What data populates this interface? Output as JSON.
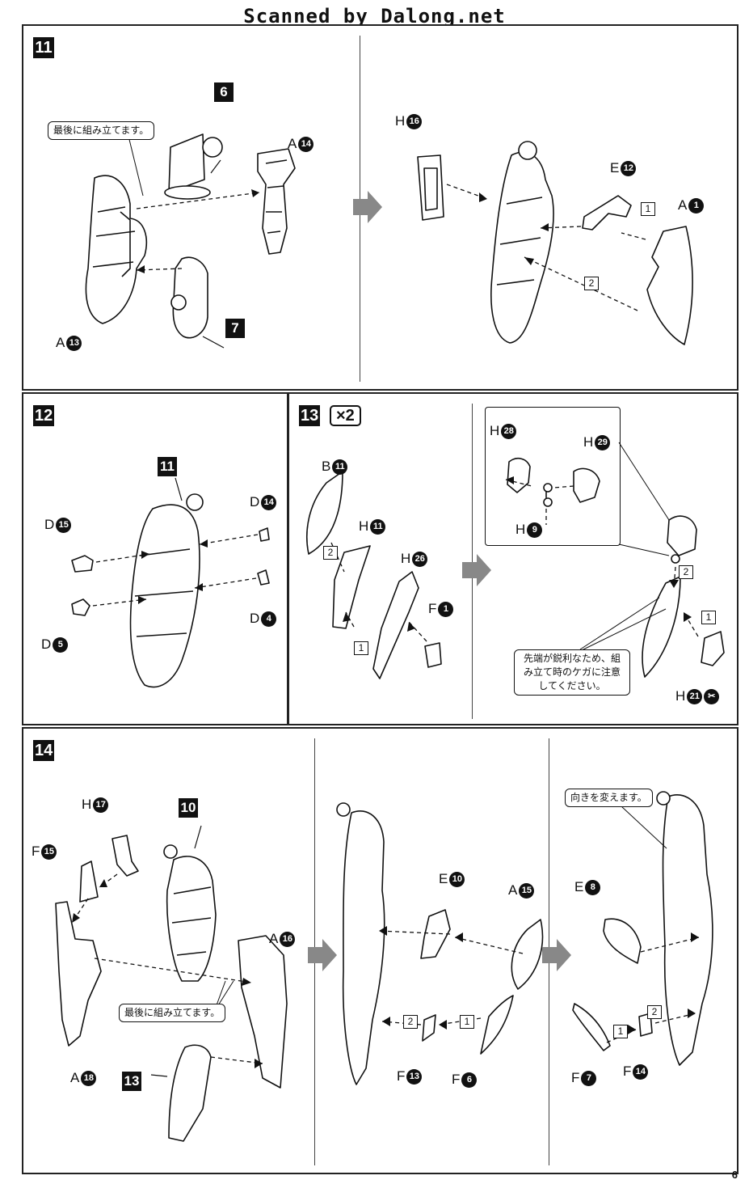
{
  "banner": "Scanned by Dalong.net",
  "page_number": "6",
  "step11": {
    "num": "11",
    "note": "最後に組み立てます。",
    "subs": [
      "6",
      "7"
    ],
    "labels": [
      {
        "letter": "A",
        "n": "14"
      },
      {
        "letter": "A",
        "n": "13"
      },
      {
        "letter": "H",
        "n": "16"
      },
      {
        "letter": "E",
        "n": "12"
      },
      {
        "letter": "A",
        "n": "1"
      }
    ],
    "order": [
      "1",
      "2"
    ]
  },
  "step12": {
    "num": "12",
    "subs": [
      "11"
    ],
    "labels": [
      {
        "letter": "D",
        "n": "14"
      },
      {
        "letter": "D",
        "n": "15"
      },
      {
        "letter": "D",
        "n": "4"
      },
      {
        "letter": "D",
        "n": "5"
      }
    ]
  },
  "step13": {
    "num": "13",
    "multiplier": "×2",
    "labels": [
      {
        "letter": "B",
        "n": "11"
      },
      {
        "letter": "H",
        "n": "11"
      },
      {
        "letter": "H",
        "n": "26"
      },
      {
        "letter": "F",
        "n": "1"
      },
      {
        "letter": "H",
        "n": "28"
      },
      {
        "letter": "H",
        "n": "29"
      },
      {
        "letter": "H",
        "n": "9"
      },
      {
        "letter": "H",
        "n": "21"
      }
    ],
    "order": [
      "1",
      "2"
    ],
    "note": "先端が鋭利なため、組み立て時のケガに注意してください。"
  },
  "step14": {
    "num": "14",
    "subs": [
      "10",
      "13"
    ],
    "note": "最後に組み立てます。",
    "note2": "向きを変えます。",
    "labels": [
      {
        "letter": "H",
        "n": "17"
      },
      {
        "letter": "F",
        "n": "15"
      },
      {
        "letter": "A",
        "n": "16"
      },
      {
        "letter": "A",
        "n": "18"
      },
      {
        "letter": "E",
        "n": "10"
      },
      {
        "letter": "A",
        "n": "15"
      },
      {
        "letter": "F",
        "n": "13"
      },
      {
        "letter": "F",
        "n": "6"
      },
      {
        "letter": "E",
        "n": "8"
      },
      {
        "letter": "F",
        "n": "7"
      },
      {
        "letter": "F",
        "n": "14"
      }
    ],
    "order": [
      "1",
      "2"
    ]
  }
}
